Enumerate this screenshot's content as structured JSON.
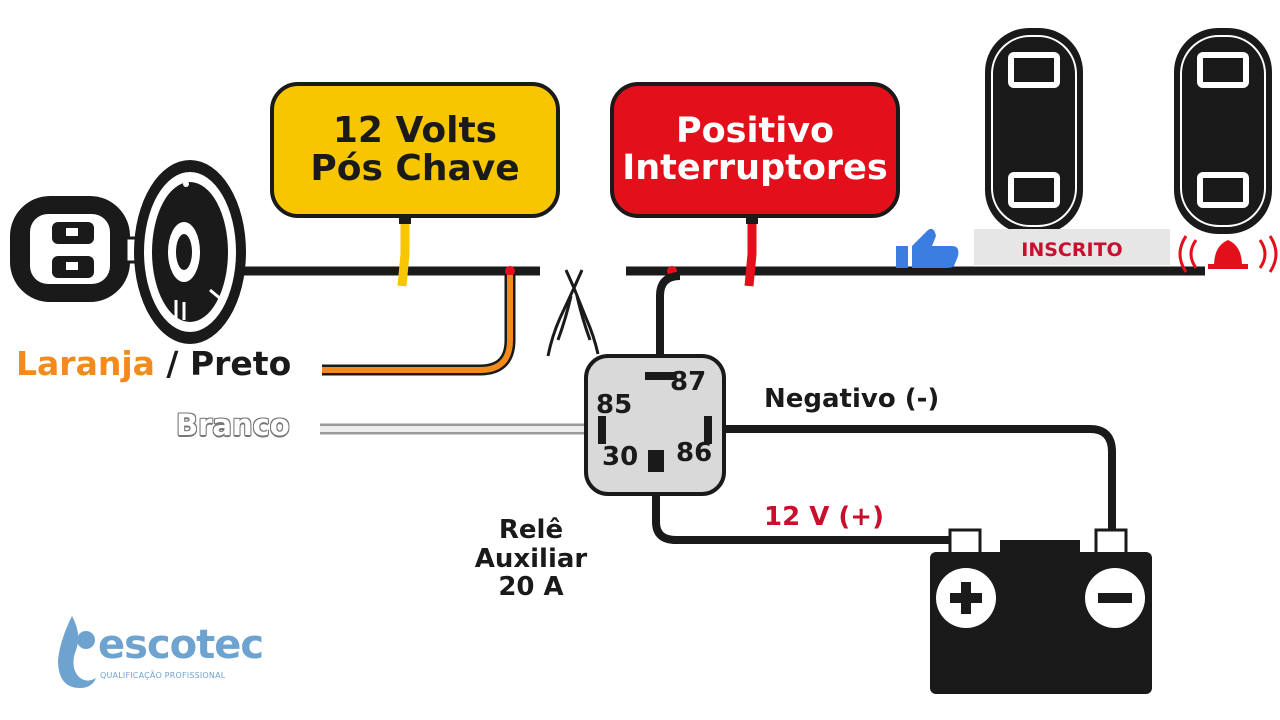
{
  "callouts": {
    "yellow": {
      "line1": "12 Volts",
      "line2": "Pós Chave"
    },
    "red": {
      "line1": "Positivo",
      "line2": "Interruptores"
    }
  },
  "wire_labels": {
    "orange": "Laranja",
    "separator": " / ",
    "black": "Preto",
    "white": "Branco",
    "negative": "Negativo (-)",
    "positive": "12 V (+)"
  },
  "relay": {
    "pins": {
      "p85": "85",
      "p87": "87",
      "p30": "30",
      "p86": "86"
    },
    "label": {
      "line1": "Relê",
      "line2": "Auxiliar",
      "line3": "20 A"
    }
  },
  "overlay": {
    "subscribe_label": "INSCRITO"
  },
  "logo": {
    "name": "escotec",
    "tagline": "QUALIFICAÇÃO PROFISSIONAL"
  },
  "colors": {
    "yellow": "#f7c600",
    "red": "#e3101b",
    "orange_wire": "#f28a1c",
    "black_wire": "#1a1a1a",
    "white_wire": "#e6e6e6",
    "relay_body": "#d9d9d9",
    "like_blue": "#3b7de0",
    "logo_blue": "#6fa3cf"
  },
  "icons": [
    "ignition-key-icon",
    "cutter-pliers-icon",
    "window-switch-icon",
    "battery-icon",
    "thumbs-up-icon",
    "bell-icon",
    "escotec-logo-icon"
  ]
}
